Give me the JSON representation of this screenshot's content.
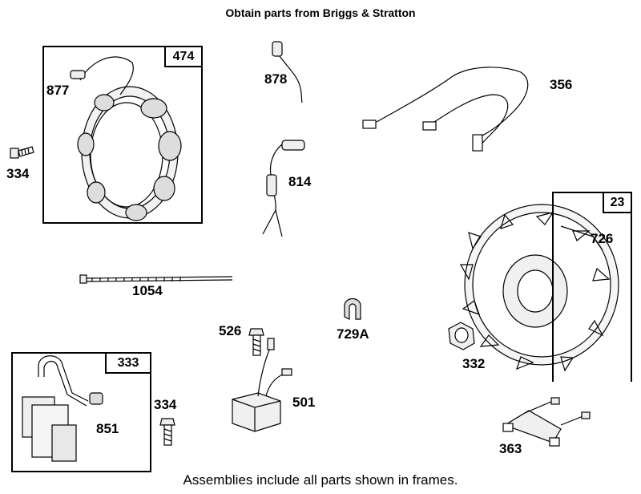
{
  "header": {
    "title": "Obtain parts from Briggs & Stratton"
  },
  "footer": {
    "note": "Assemblies include all parts shown in frames."
  },
  "frames": {
    "stator": "474",
    "flywheel": "23",
    "armature": "333"
  },
  "parts": {
    "p877": "877",
    "p334a": "334",
    "p878": "878",
    "p356": "356",
    "p814": "814",
    "p1054": "1054",
    "p726": "726",
    "p526": "526",
    "p729a": "729A",
    "p332": "332",
    "p501": "501",
    "p851": "851",
    "p334b": "334",
    "p363": "363"
  }
}
